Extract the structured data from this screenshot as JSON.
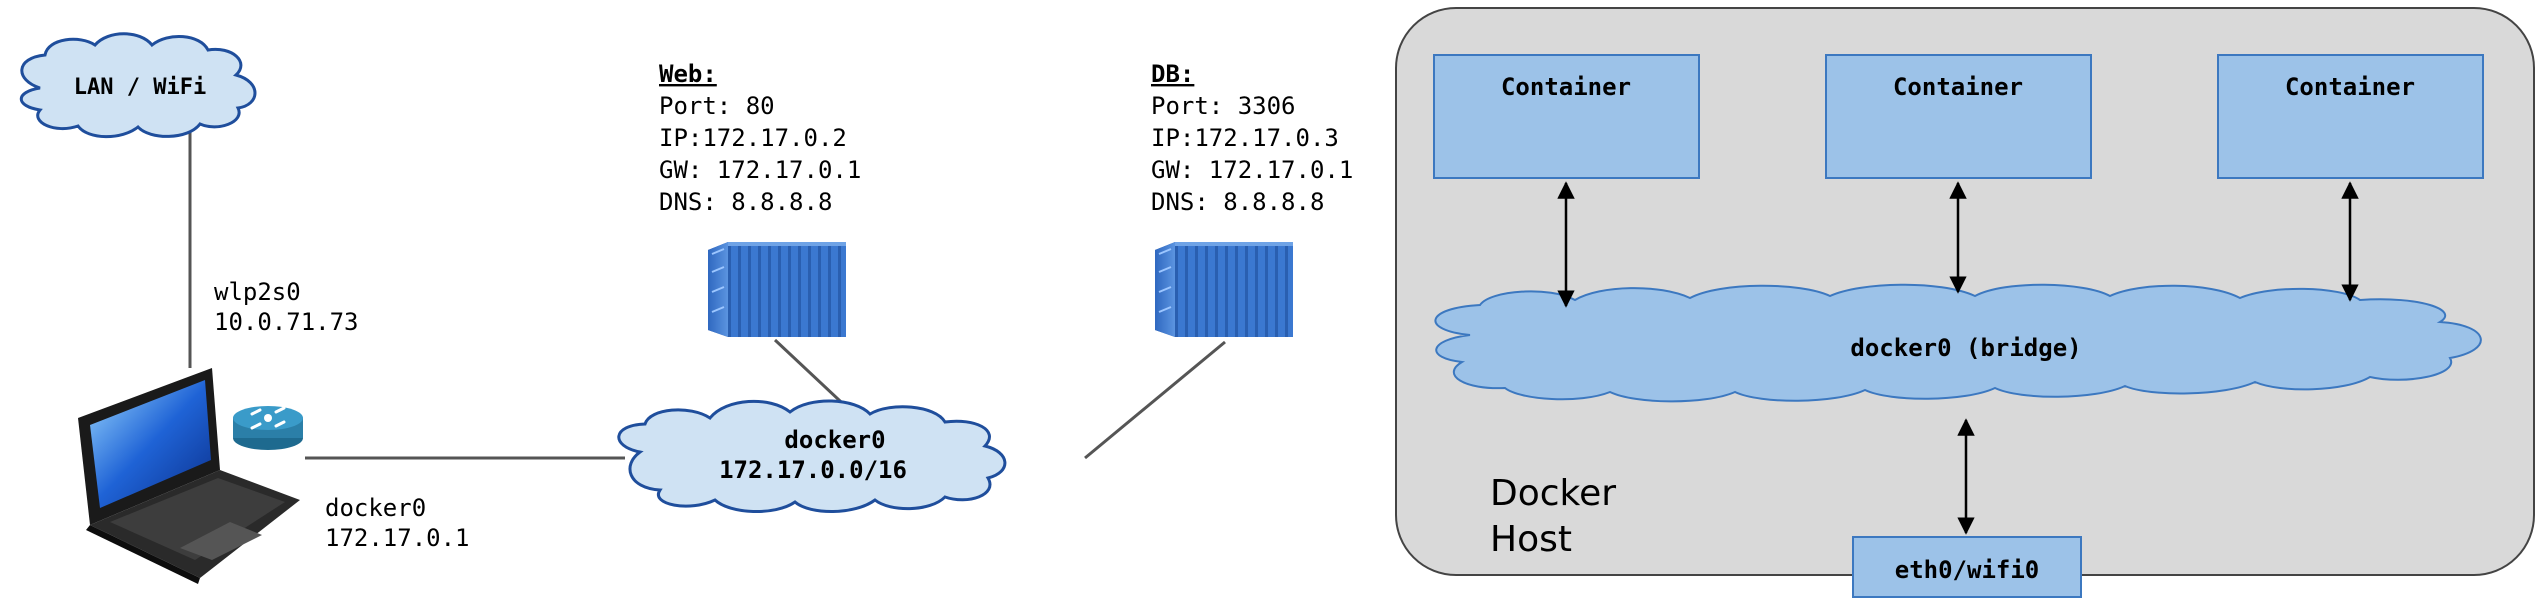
{
  "left_diagram": {
    "lan_cloud": {
      "label": "LAN / WiFi"
    },
    "wlan_interface": {
      "name": "wlp2s0",
      "ip": "10.0.71.73"
    },
    "host_bridge": {
      "name": "docker0",
      "ip": "172.17.0.1"
    },
    "bridge_cloud": {
      "line1": "docker0",
      "line2": "172.17.0.0/16"
    },
    "web_container": {
      "title": "Web:",
      "port": "Port: 80",
      "ip": "IP:172.17.0.2",
      "gw": "GW: 172.17.0.1",
      "dns": "DNS: 8.8.8.8"
    },
    "db_container": {
      "title": "DB:",
      "port": "Port: 3306",
      "ip": "IP:172.17.0.3",
      "gw": "GW: 172.17.0.1",
      "dns": "DNS: 8.8.8.8"
    }
  },
  "right_diagram": {
    "host_label_line1": "Docker",
    "host_label_line2": "Host",
    "containers": [
      {
        "label": "Container"
      },
      {
        "label": "Container"
      },
      {
        "label": "Container"
      }
    ],
    "bridge_label": "docker0 (bridge)",
    "nic_label": "eth0/wifi0"
  },
  "colors": {
    "cloud_fill": "#cfe2f3",
    "cloud_stroke": "#1f4e9c",
    "container_fill": "#9cc2e8",
    "container_stroke": "#3c78c0",
    "host_fill": "#d9d9d9",
    "host_stroke": "#444444",
    "router_color": "#2b7fa8"
  },
  "icons": [
    "cloud-icon",
    "laptop-icon",
    "router-icon",
    "shipping-container-icon"
  ]
}
